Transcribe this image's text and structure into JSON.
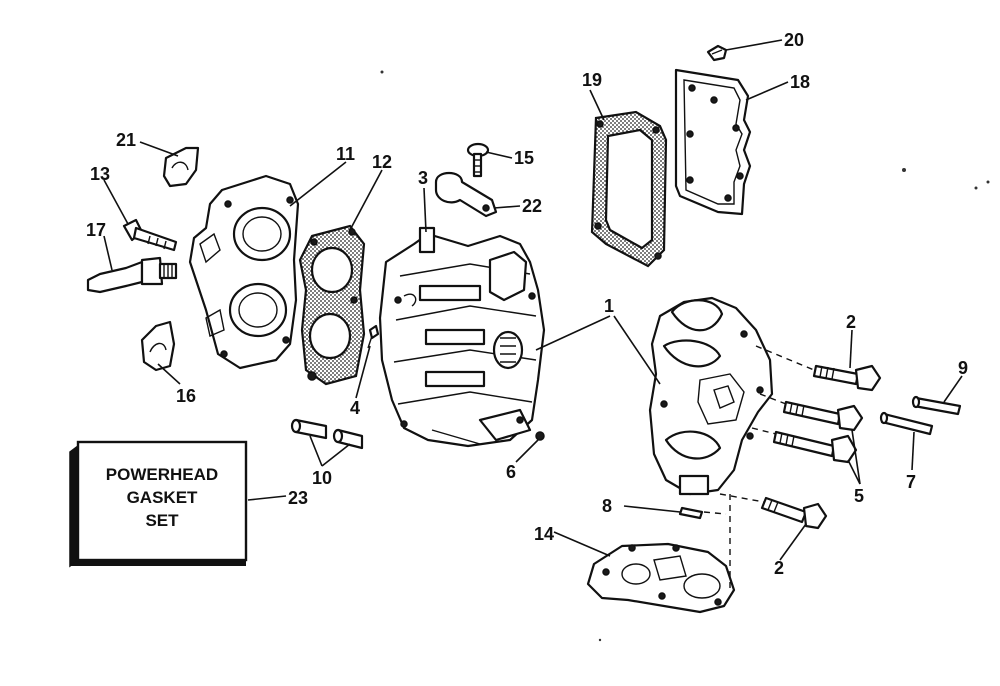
{
  "callouts": {
    "c1": "1",
    "c2a": "2",
    "c2b": "2",
    "c3": "3",
    "c4": "4",
    "c5": "5",
    "c6": "6",
    "c7": "7",
    "c8": "8",
    "c9": "9",
    "c10": "10",
    "c11": "11",
    "c12": "12",
    "c13": "13",
    "c14": "14",
    "c15": "15",
    "c16": "16",
    "c17": "17",
    "c18": "18",
    "c19": "19",
    "c20": "20",
    "c21": "21",
    "c22": "22",
    "c23": "23"
  },
  "gasket_set_box": {
    "line1": "POWERHEAD",
    "line2": "GASKET",
    "line3": "SET"
  },
  "colors": {
    "ink": "#111111",
    "paper": "#ffffff"
  }
}
